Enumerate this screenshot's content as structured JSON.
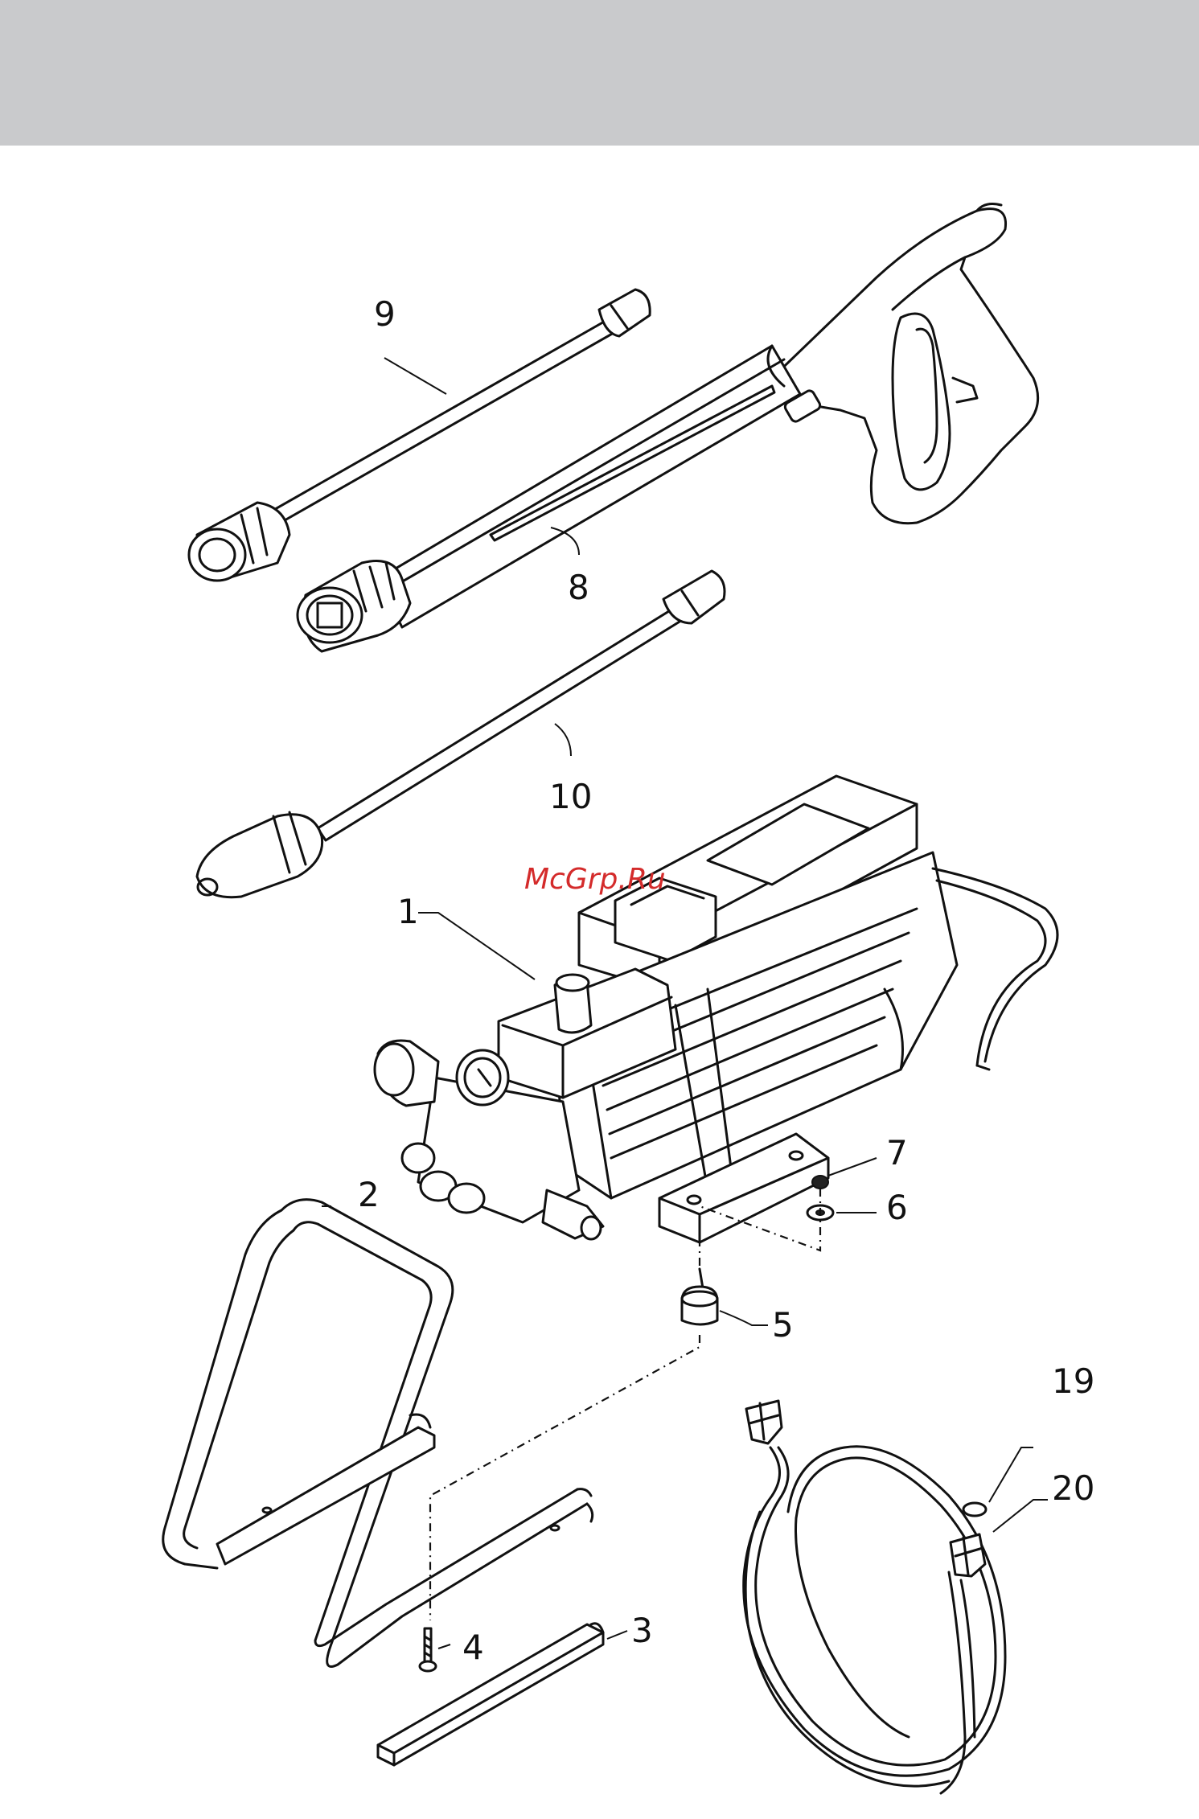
{
  "watermark": "McGrp.Ru",
  "parts": [
    {
      "number": "1"
    },
    {
      "number": "2"
    },
    {
      "number": "3"
    },
    {
      "number": "4"
    },
    {
      "number": "5"
    },
    {
      "number": "6"
    },
    {
      "number": "7"
    },
    {
      "number": "8"
    },
    {
      "number": "9"
    },
    {
      "number": "10"
    },
    {
      "number": "19"
    },
    {
      "number": "20"
    }
  ],
  "colors": {
    "header_band": "#c9cacc",
    "watermark": "#d42b2b",
    "line": "#111111"
  }
}
